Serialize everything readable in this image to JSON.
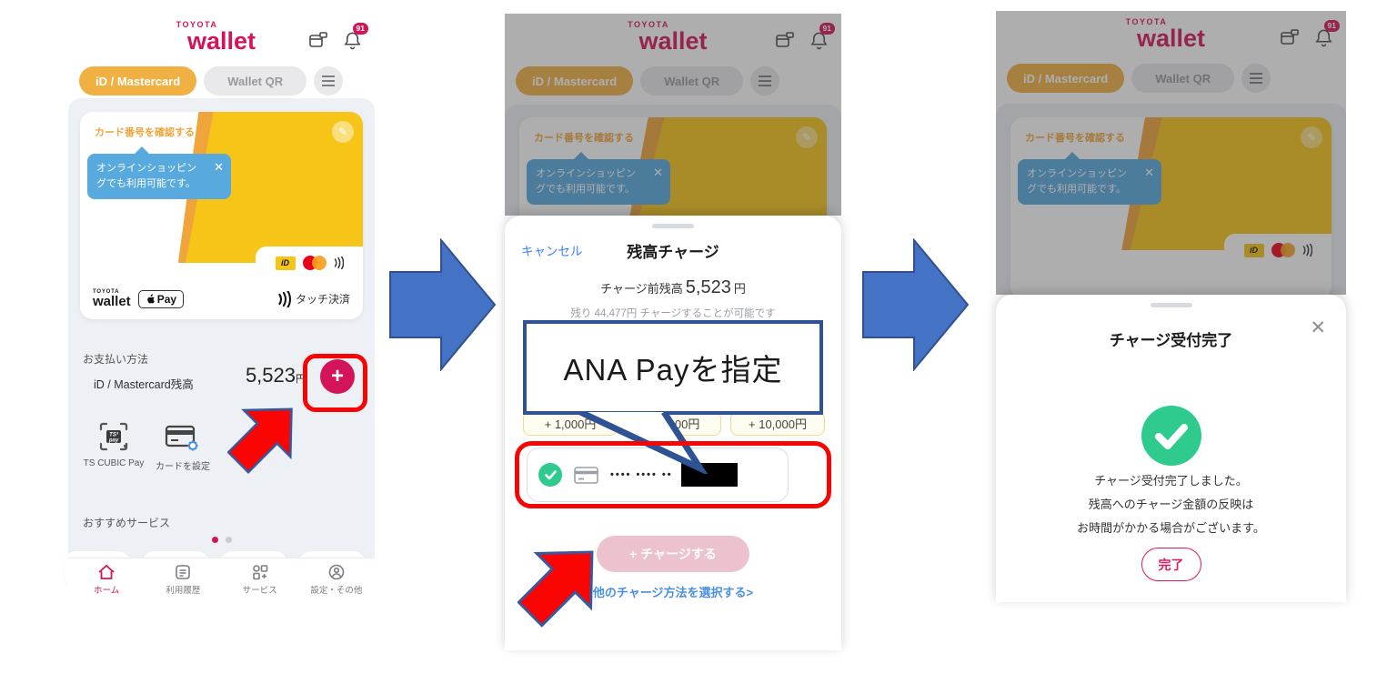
{
  "colors": {
    "brand_crimson": "#d4145a",
    "tab_orange": "#f0b042",
    "card_yellow": "#f6c517",
    "tooltip_blue": "#57a9de",
    "success_green": "#2fcb8e",
    "annotation_blue": "#4472c4",
    "annotation_red": "#f60505",
    "ios_link_blue": "#3e82f7"
  },
  "icons": {
    "menu": "≡",
    "close": "✕",
    "edit_pencil": "✎",
    "plus": "+",
    "chevron_right": ">"
  },
  "screen1": {
    "logo_top": "TOYOTA",
    "logo_main": "wallet",
    "notification_count": "91",
    "tabs": {
      "active": "iD / Mastercard",
      "inactive": "Wallet QR"
    },
    "card": {
      "check_number_link": "カード番号を確認する",
      "tooltip_line1": "オンラインショッピン",
      "tooltip_line2": "グでも利用可能です。",
      "id_logo": "iD",
      "apple_pay_label": "Pay",
      "touch_payment": "タッチ決済"
    },
    "payment": {
      "section_title": "お支払い方法",
      "balance_label": "iD / Mastercard残高",
      "balance_value": "5,523",
      "balance_unit": "円",
      "ts_cubic_label": "TS CUBIC Pay",
      "ts_cubic_chip": "TS³",
      "ts_cubic_chip2": "pay",
      "card_setting_label": "カードを設定"
    },
    "services_title": "おすすめサービス",
    "nav": [
      {
        "label": "ホーム"
      },
      {
        "label": "利用履歴"
      },
      {
        "label": "サービス"
      },
      {
        "label": "設定・その他"
      }
    ]
  },
  "screen2": {
    "cancel": "キャンセル",
    "title": "残高チャージ",
    "balance_prefix": "チャージ前残高",
    "balance_value": "5,523",
    "balance_unit": "円",
    "remaining": "残り 44,477円 チャージすることが可能です",
    "callout": "ANA Payを指定",
    "amounts": [
      "+ 1,000円",
      "+ 5,000円",
      "+ 10,000円"
    ],
    "masked_number": "•••• •••• ••",
    "charge_button": "+ チャージする",
    "other_link": "他のチャージ方法を選択する>"
  },
  "screen3": {
    "title": "チャージ受付完了",
    "line1": "チャージ受付完了しました。",
    "line2": "残高へのチャージ金額の反映は",
    "line3": "お時間がかかる場合がございます。",
    "done_button": "完了"
  }
}
